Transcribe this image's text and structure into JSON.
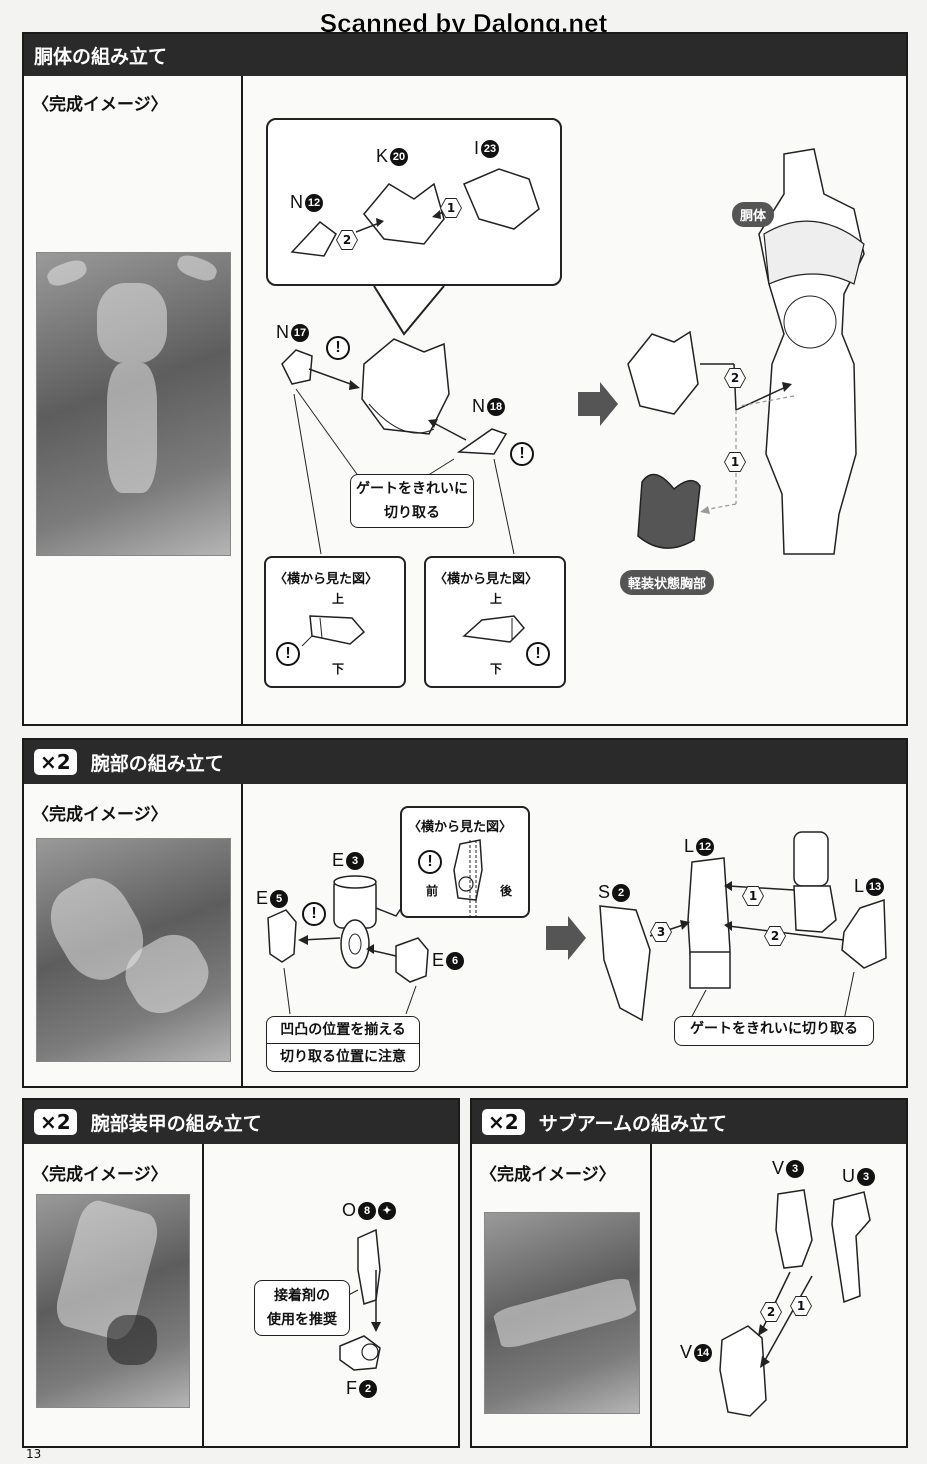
{
  "watermark": "Scanned by Dalong.net",
  "page_number": "13",
  "common": {
    "complete_image": "〈完成イメージ〉",
    "side_view": "〈横から見た図〉",
    "top": "上",
    "bottom": "下",
    "front": "前",
    "back": "後",
    "multiplier": "×2",
    "warn_mark": "!"
  },
  "torso": {
    "title": "胴体の組み立て",
    "parts": {
      "n12": {
        "letter": "N",
        "num": "12"
      },
      "k20": {
        "letter": "K",
        "num": "20"
      },
      "i23": {
        "letter": "I",
        "num": "23"
      },
      "n17": {
        "letter": "N",
        "num": "17"
      },
      "n18": {
        "letter": "N",
        "num": "18"
      }
    },
    "steps": [
      "1",
      "2"
    ],
    "note_gate": "ゲートをきれいに切り取る",
    "label_body": "胴体",
    "label_light_chest": "軽装状態胸部"
  },
  "arm": {
    "title": "腕部の組み立て",
    "parts": {
      "e3": {
        "letter": "E",
        "num": "3"
      },
      "e5": {
        "letter": "E",
        "num": "5"
      },
      "e6": {
        "letter": "E",
        "num": "6"
      },
      "s2": {
        "letter": "S",
        "num": "2"
      },
      "l12": {
        "letter": "L",
        "num": "12"
      },
      "l13": {
        "letter": "L",
        "num": "13"
      }
    },
    "steps": [
      "1",
      "2",
      "3"
    ],
    "note_align": "凹凸の位置を揃える",
    "note_cut": "切り取る位置に注意",
    "note_gate": "ゲートをきれいに切り取る"
  },
  "arm_armor": {
    "title": "腕部装甲の組み立て",
    "parts": {
      "o8": {
        "letter": "O",
        "num": "8"
      },
      "f2": {
        "letter": "F",
        "num": "2"
      }
    },
    "note_glue_1": "接着剤の",
    "note_glue_2": "使用を推奨"
  },
  "sub_arm": {
    "title": "サブアームの組み立て",
    "parts": {
      "v3": {
        "letter": "V",
        "num": "3"
      },
      "u3": {
        "letter": "U",
        "num": "3"
      },
      "v14": {
        "letter": "V",
        "num": "14"
      }
    },
    "steps": [
      "1",
      "2"
    ]
  }
}
